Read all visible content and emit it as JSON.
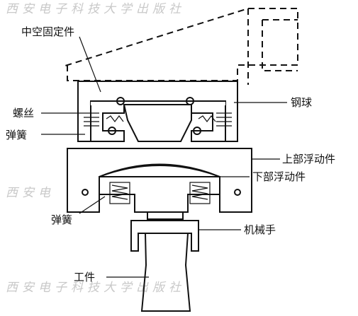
{
  "watermark": {
    "text": "西安电子科技大学出版社",
    "short": "西安电"
  },
  "labels": {
    "hollow_fixed_part": "中空固定件",
    "steel_ball": "钢球",
    "screw": "螺丝",
    "spring_top": "弹簧",
    "upper_floating_part": "上部浮动件",
    "lower_floating_part": "下部浮动件",
    "spring_bottom": "弹簧",
    "manipulator": "机械手",
    "workpiece": "工件"
  }
}
